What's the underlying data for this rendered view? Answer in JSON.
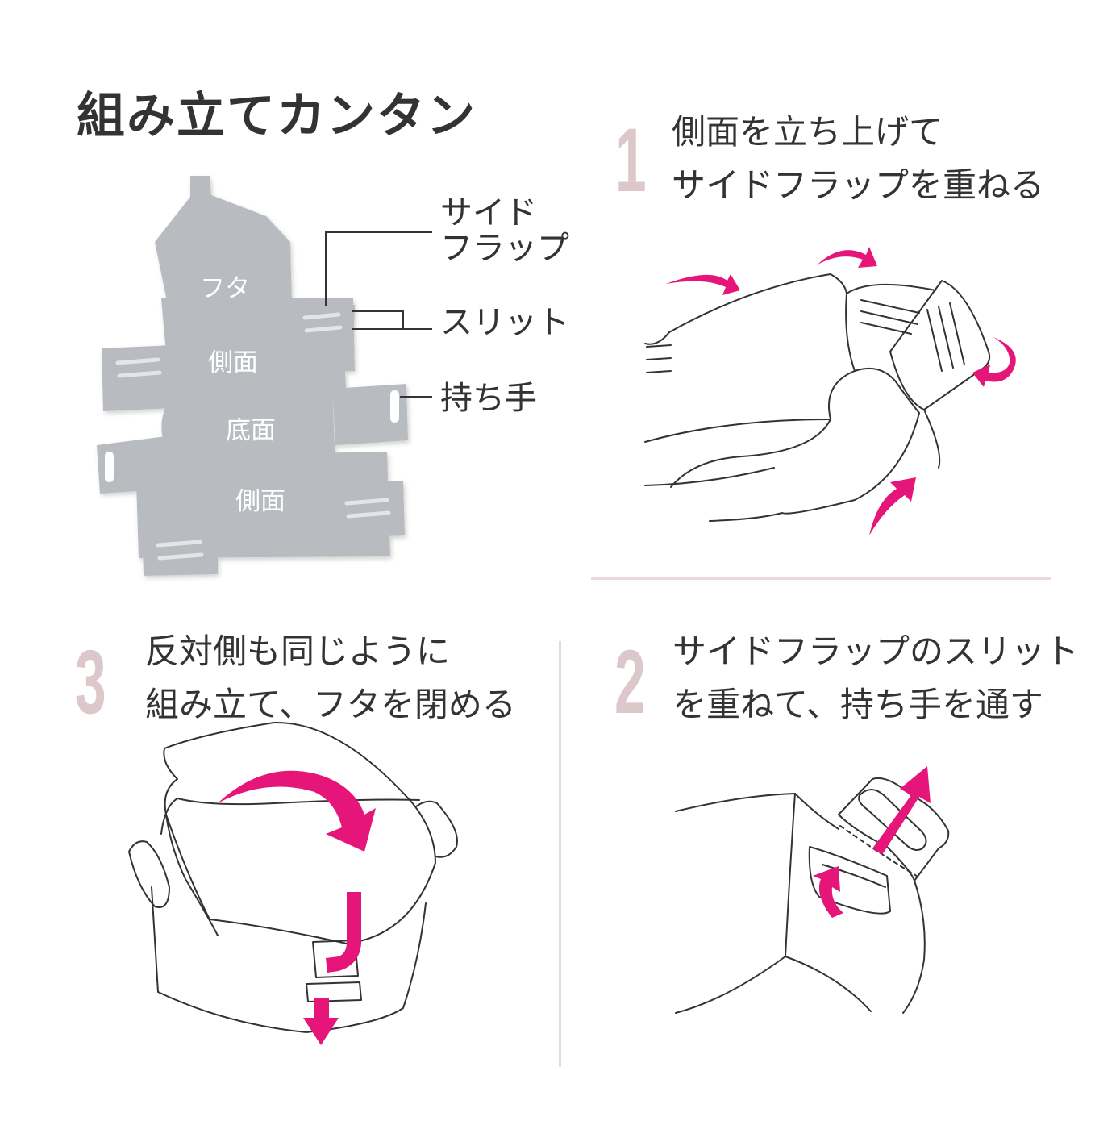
{
  "title": "組み立てカンタン",
  "parts": {
    "lid": "フタ",
    "side_upper": "側面",
    "bottom": "底面",
    "side_lower": "側面"
  },
  "callouts": {
    "side_flap_line1": "サイド",
    "side_flap_line2": "フラップ",
    "slit": "スリット",
    "handle": "持ち手"
  },
  "steps": [
    {
      "number": "1",
      "line1": "側面を立ち上げて",
      "line2": "サイドフラップを重ねる"
    },
    {
      "number": "2",
      "line1": "サイドフラップのスリット",
      "line2": "を重ねて、持ち手を通す"
    },
    {
      "number": "3",
      "line1": "反対側も同じように",
      "line2": "組み立て、フタを閉める"
    }
  ],
  "colors": {
    "felt": "#b8bcc0",
    "arrow": "#e5157a",
    "step_number": "#dcc7cb",
    "divider": "#ead9dc",
    "text": "#333333"
  }
}
